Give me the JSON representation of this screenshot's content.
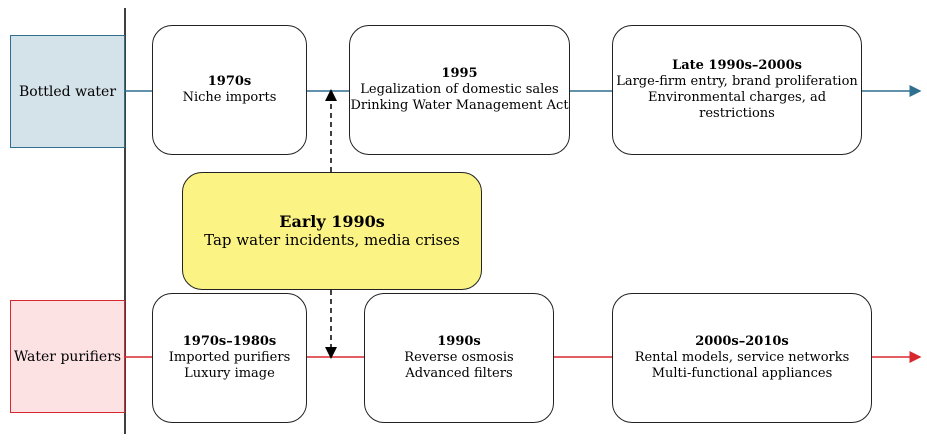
{
  "tracks": {
    "bottled": {
      "label": "Bottled water",
      "color": "#2f6f8f",
      "fill": "#d4e2e9",
      "stages": [
        {
          "title": "1970s",
          "lines": [
            "Niche imports"
          ]
        },
        {
          "title": "1995",
          "lines": [
            "Legalization of domestic sales",
            "Drinking Water Management Act"
          ]
        },
        {
          "title": "Late 1990s–2000s",
          "lines": [
            "Large-firm entry, brand proliferation",
            "Environmental charges, ad restrictions"
          ]
        }
      ]
    },
    "purifier": {
      "label": "Water purifiers",
      "color": "#d8282f",
      "fill": "#fde2e4",
      "stages": [
        {
          "title": "1970s–1980s",
          "lines": [
            "Imported purifiers",
            "Luxury image"
          ]
        },
        {
          "title": "1990s",
          "lines": [
            "Reverse osmosis",
            "Advanced filters"
          ]
        },
        {
          "title": "2000s–2010s",
          "lines": [
            "Rental models, service networks",
            "Multi-functional appliances"
          ]
        }
      ]
    }
  },
  "event": {
    "title": "Early 1990s",
    "line": "Tap water incidents, media crises",
    "fill": "#fbf384"
  }
}
